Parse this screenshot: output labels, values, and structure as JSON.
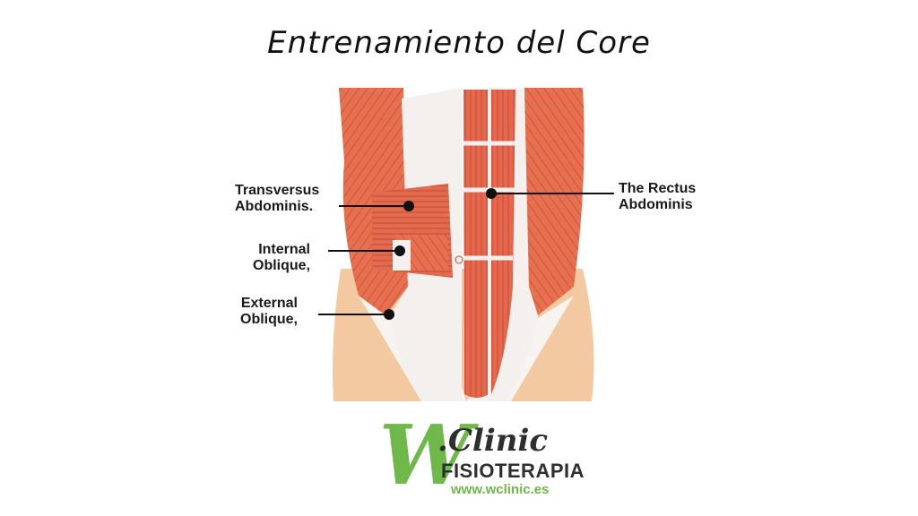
{
  "title": "Entrenamiento del Core",
  "labels": {
    "transversus": [
      "Transversus",
      "Abdominis."
    ],
    "internal": [
      "Internal",
      "Oblique,"
    ],
    "external": [
      "External",
      "Oblique,"
    ],
    "rectus": [
      "The Rectus",
      "Abdominis"
    ]
  },
  "logo": {
    "mark": "W",
    "brand": ".Clinic",
    "subtitle": "FISIOTERAPIA",
    "url": "www.wclinic.es"
  },
  "colors": {
    "muscle": "#e4684e",
    "muscle_dark": "#c94a33",
    "skin": "#f2c9a0",
    "fascia": "#f4f1ee",
    "logo_green": "#6fb84a"
  }
}
